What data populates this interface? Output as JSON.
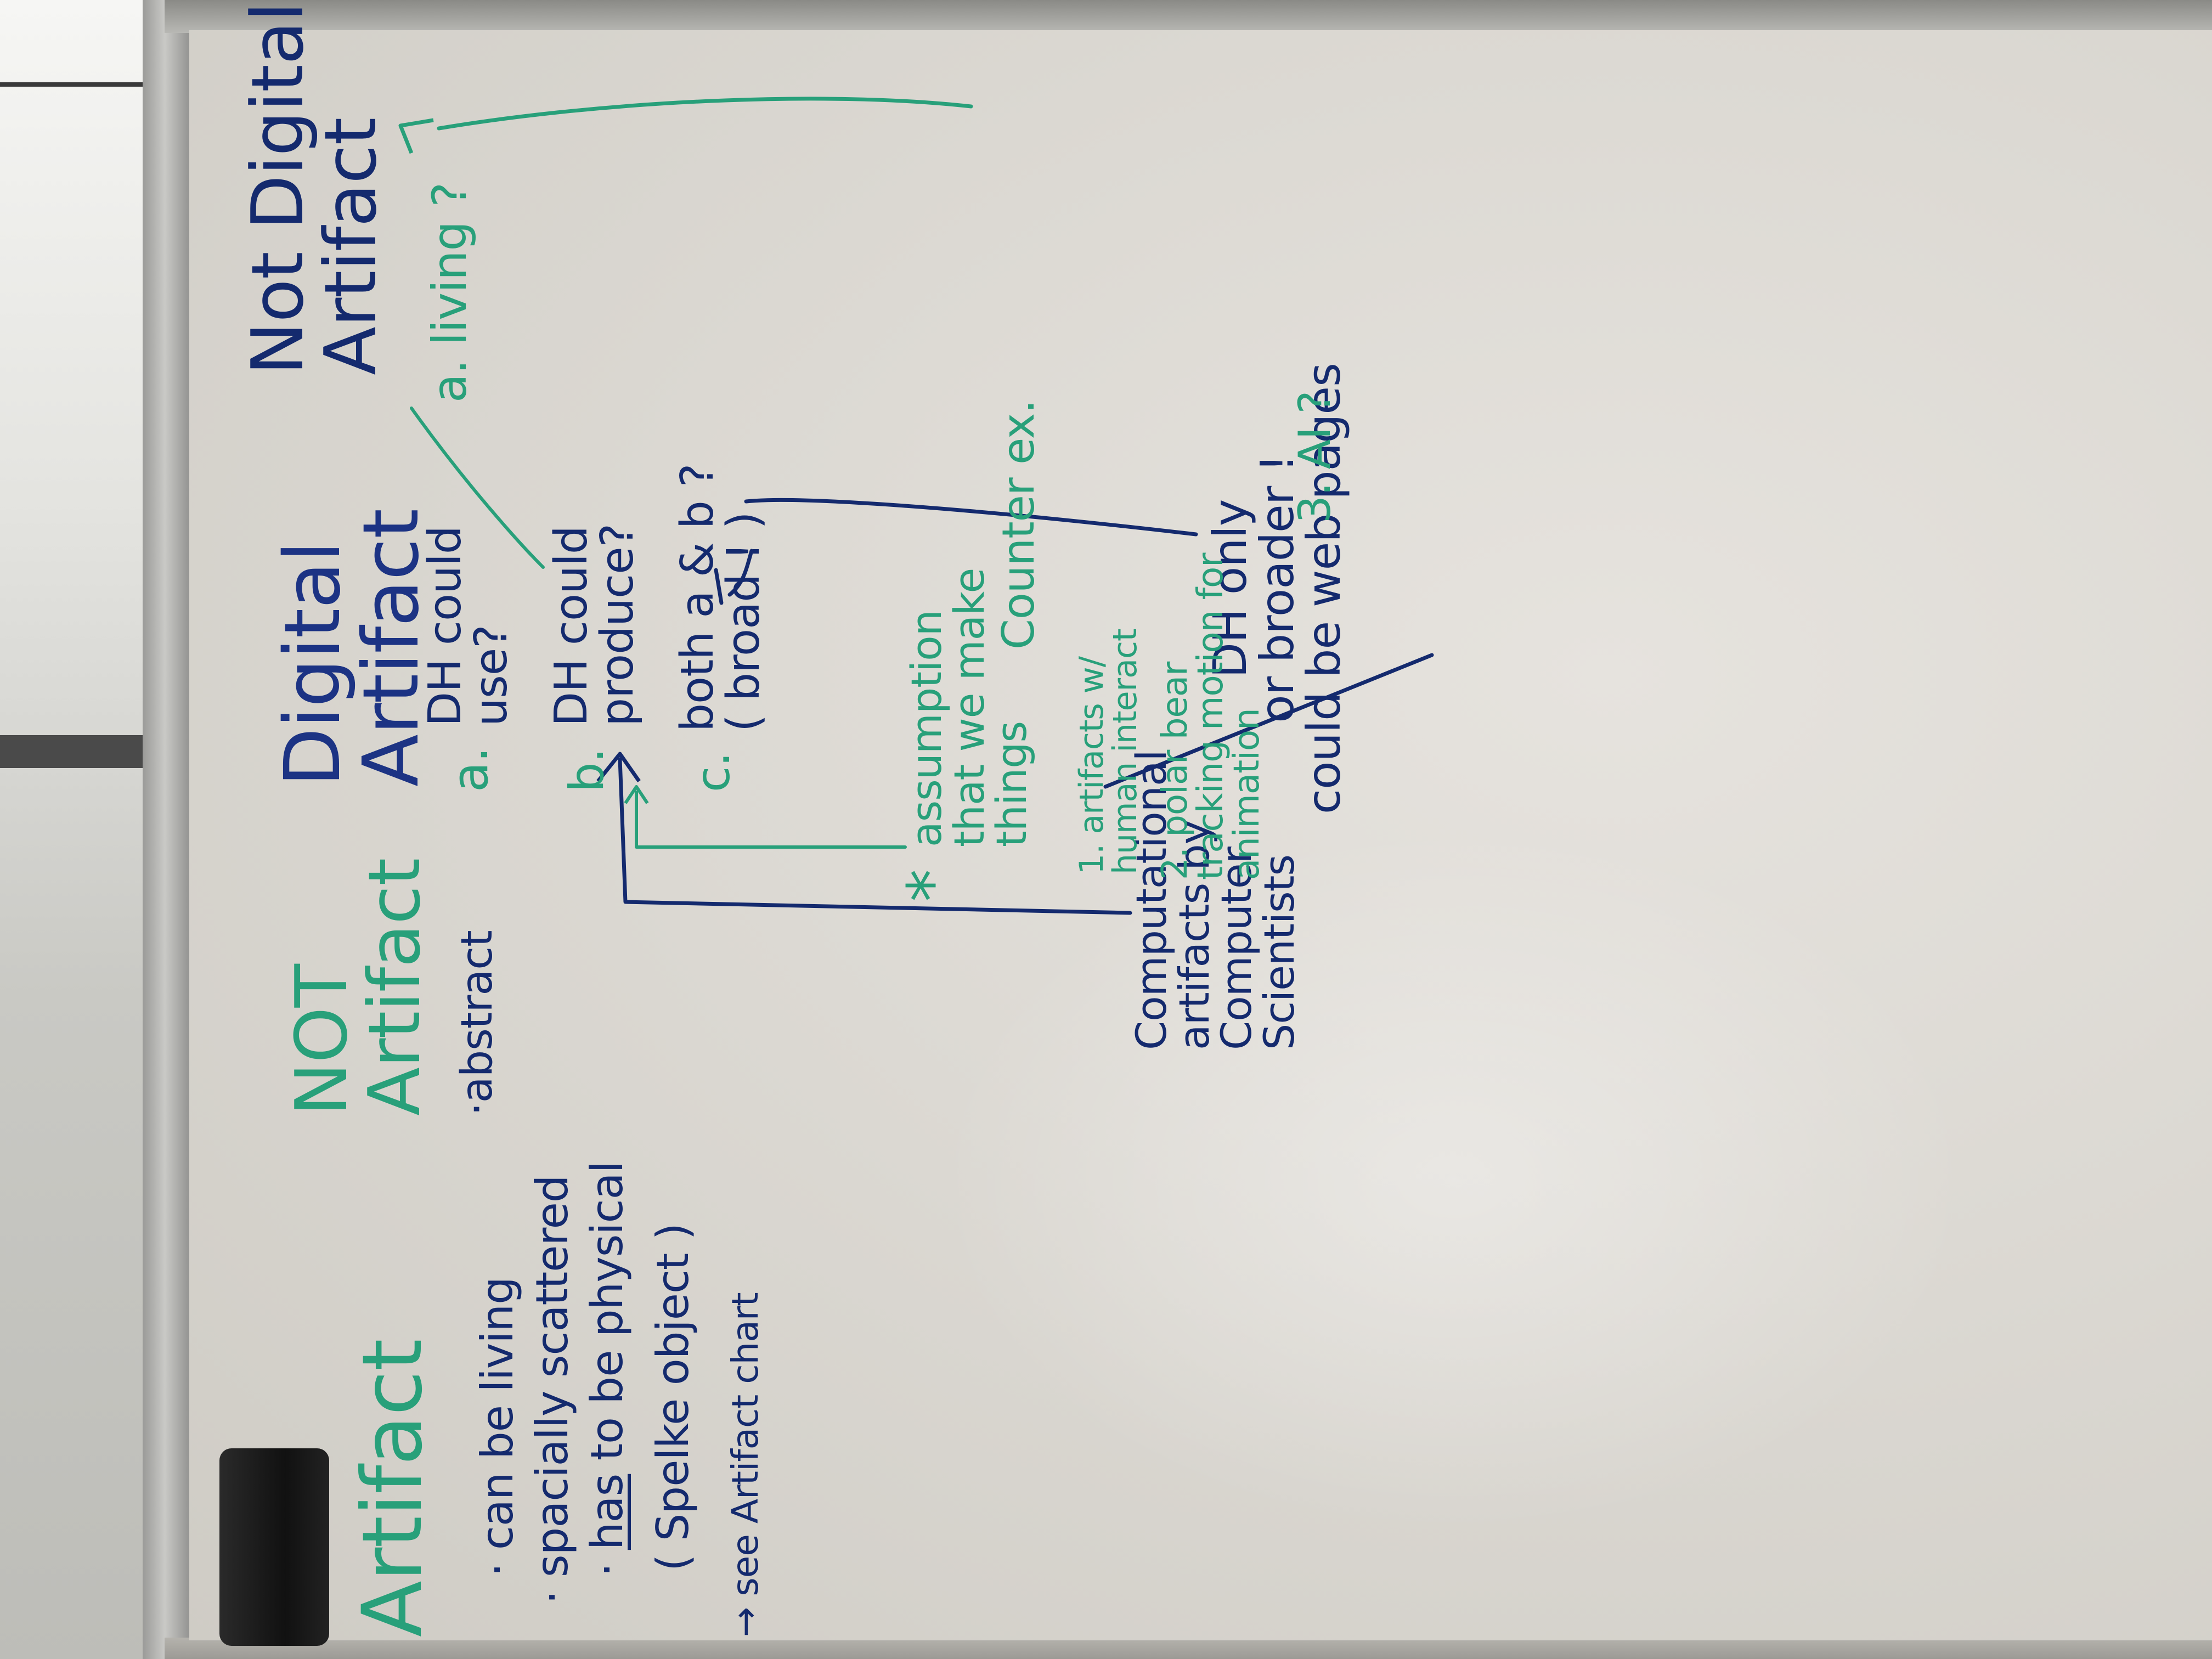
{
  "colors": {
    "marker_green": "#28a07a",
    "marker_navy": "#142a6e",
    "marker_blue": "#1c3384"
  },
  "artifact": {
    "heading": "Artifact",
    "item1": "· can be living",
    "item2": "· spacially scattered",
    "item3_prefix": "· ",
    "item3_underlined": "has",
    "item3_suffix": " to be physical",
    "item4": "( Spelke object )",
    "see_arrow": "→",
    "see_text": "see Artifact chart"
  },
  "not_artifact": {
    "heading_line1": "NOT",
    "heading_line2": "Artifact",
    "item1": "·abstract"
  },
  "digital_artifact": {
    "heading_line1": "Digital",
    "heading_line2": "Artifact",
    "item_a_letter": "a.",
    "item_a_line1": "DH could",
    "item_a_line2": "use?",
    "item_b_letter": "b.",
    "item_b_line1": "DH could",
    "item_b_line2": "produce?",
    "item_c_letter": "c.",
    "item_c_line1": "both a & b ?",
    "item_c_line2": "( broad ! )"
  },
  "assumption": {
    "star": "*",
    "line1": "assumption",
    "line2": "that we make",
    "line3": "things"
  },
  "computational": {
    "line1": "Computational",
    "line2": "artifacts by",
    "line3": "Computer",
    "line4": "Scientists"
  },
  "dh_only": {
    "line1": "DH only",
    "line2": "or broader !",
    "line3": "could be web pages"
  },
  "not_digital_artifact": {
    "heading_line1": "Not Digital",
    "heading_line2": "Artifact",
    "item_a": "a. living ?"
  },
  "counter_examples": {
    "title": "Counter ex.",
    "item1_line1": "1. artifacts w/",
    "item1_line2": "human interact",
    "item2_line1": "2. polar bear",
    "item2_line2": "tracking motion for",
    "item2_line3": "animation",
    "item3": "3. AI ?"
  }
}
